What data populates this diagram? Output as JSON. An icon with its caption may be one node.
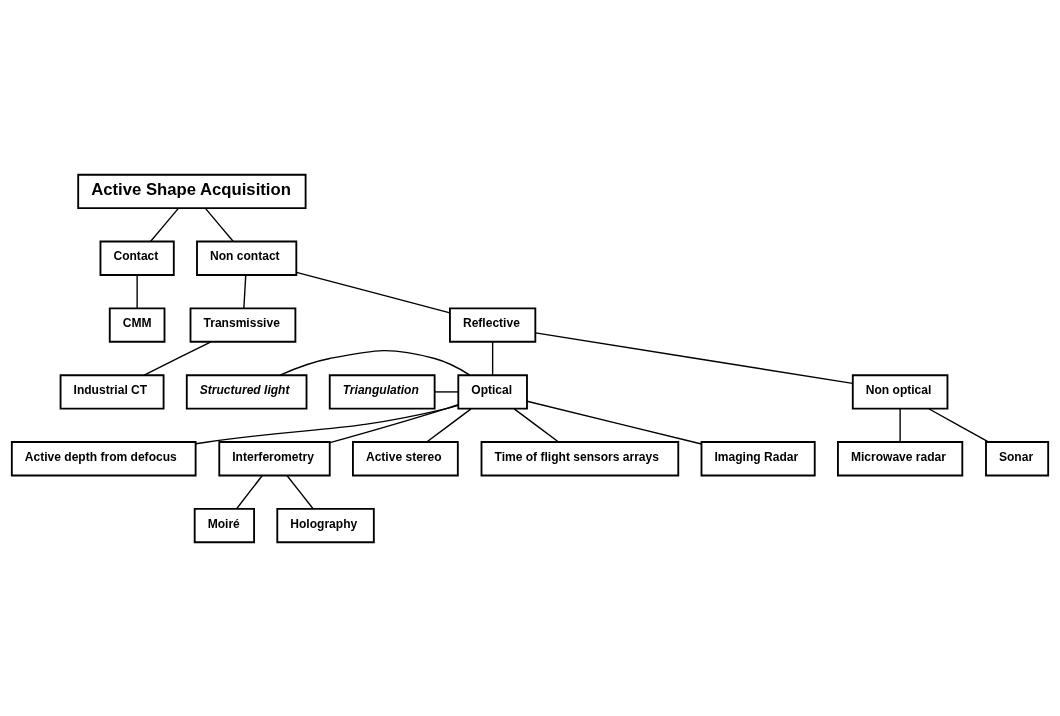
{
  "diagram": {
    "nodes": [
      {
        "text": [
          "Active Shape Acquisition"
        ]
      },
      {
        "text": [
          "Contact"
        ]
      },
      {
        "text": [
          "Non contact"
        ]
      },
      {
        "text": [
          "CMM"
        ]
      },
      {
        "text": [
          "Reflective"
        ]
      },
      {
        "text": [
          "Transmissive"
        ]
      },
      {
        "text": [
          "Non optical"
        ]
      },
      {
        "text": [
          "Industrial CT"
        ]
      },
      {
        "text": [
          "Structured light"
        ]
      },
      {
        "text": [
          "Optical"
        ]
      },
      {
        "text": [
          "Sonar"
        ]
      },
      {
        "text": [
          "Microwave radar"
        ]
      },
      {
        "text": [
          "Triangulation"
        ]
      },
      {
        "text": [
          "Active depth from defocus"
        ]
      },
      {
        "text": [
          "Interferometry"
        ]
      },
      {
        "text": [
          "Active stereo"
        ]
      },
      {
        "text": [
          "Moiré"
        ]
      },
      {
        "text": [
          "Holography"
        ]
      },
      {
        "text": [
          "Time of flight sensors arrays"
        ]
      },
      {
        "text": [
          "Imaging Radar"
        ]
      }
    ],
    "edges": [
      {
        "from": 0,
        "to": 1,
        "arrow": "none"
      },
      {
        "from": 0,
        "to": 2,
        "arrow": "none"
      },
      {
        "from": 1,
        "to": 3,
        "arrow": "none"
      },
      {
        "from": 2,
        "to": 4,
        "arrow": "none"
      },
      {
        "from": 2,
        "to": 5,
        "arrow": "none"
      },
      {
        "from": 4,
        "to": 9,
        "arrow": "none"
      },
      {
        "from": 4,
        "to": 6,
        "arrow": "none"
      },
      {
        "from": 5,
        "to": 7,
        "arrow": "none"
      },
      {
        "from": 6,
        "to": 10,
        "arrow": "none"
      },
      {
        "from": 6,
        "to": 11,
        "arrow": "none"
      },
      {
        "from": 8,
        "to": 9,
        "arrow": "none"
      },
      {
        "from": 12,
        "to": 9,
        "arrow": "none"
      },
      {
        "from": 9,
        "to": 14,
        "arrow": "none"
      },
      {
        "from": 9,
        "to": 15,
        "arrow": "none"
      },
      {
        "from": 9,
        "to": 18,
        "arrow": "none"
      },
      {
        "from": 9,
        "to": 19,
        "arrow": "none"
      },
      {
        "from": 9,
        "to": 13,
        "arrow": "none"
      },
      {
        "from": 14,
        "to": 16,
        "arrow": "none"
      },
      {
        "from": 14,
        "to": 17,
        "arrow": "none"
      }
    ]
  }
}
